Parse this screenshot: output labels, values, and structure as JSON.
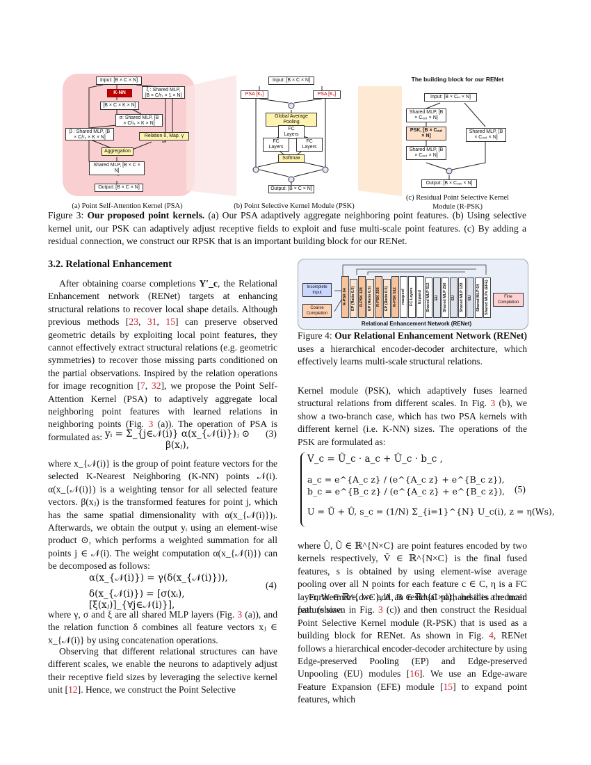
{
  "figure3": {
    "psa": {
      "input": "Input: [B × C × N]",
      "knn": "K-NN",
      "xi": "ξ :  Shared MLP, [B × C/r₁ × 1 × N]",
      "bckn": "[B × C × K × N]",
      "sigma": "σ:  Shared MLP, [B × C/r₁ × K × N]",
      "beta": "β :  Shared MLP, [B × C/r₂ × K × N]",
      "relation": "Relation δ, Map. γ",
      "aggregation": "Aggregation",
      "shared_mlp": "Shared MLP, [B × C × N]",
      "output": "Output: [B × C × N]",
      "caption": "(a) Point Self-Attention Kernel (PSA)"
    },
    "psk": {
      "input": "Input: [B × C × N]",
      "psa_k1": "PSA [K₁]",
      "psa_k2": "PSA [K₂]",
      "gap": "Global Average Pooling",
      "fc_layers": "FC Layers",
      "fc_left": "FC Layers",
      "fc_right": "FC Layers",
      "softmax": "Softmax",
      "output": "Output: [B × C × N]",
      "caption": "(b) Point Selective Kernel Module (PSK)"
    },
    "rpsk": {
      "title": "The building block for our RENet",
      "input": "Input: [B × Cᵢₙ × N]",
      "mlp1": "Shared MLP, [B × Cₒᵤₜ × N]",
      "psk": "PSK, [B × Cₒᵤₜ × N]",
      "mlp2": "Shared MLP, [B × Cₒᵤₜ × N]",
      "mlp_res": "Shared MLP, [B × Cₒᵤₜ × N]",
      "output": "Output: [B × Cₒᵤₜ × N]",
      "caption_line1": "(c) Residual Point Selective Kernel",
      "caption_line2": "Module (R-PSK)"
    },
    "caption_label": "Figure 3: ",
    "caption_bold": "Our proposed point kernels.",
    "caption_text": " (a) Our PSA adaptively aggregate neighboring point features. (b) Using selective kernel unit, our PSK can adaptively adjust receptive fields to exploit and fuse multi-scale point features. (c) By adding a residual connection, we construct our RPSK that is an important building block for our RENet."
  },
  "figure4": {
    "incomplete_input": "Incomplete Input",
    "coarse_completion": "Coarse Completion",
    "fine_completion": "Fine Completion",
    "network_label": "Relational Enhancement Network (RENet)",
    "blocks": [
      "R-PSK 64",
      "EP (Ratio 0.5)",
      "R-PSK 128",
      "EP (Ratio 0.5)",
      "R-PSK 256",
      "EP (Ratio 0.5)",
      "R-PSK 512",
      "maxpool",
      "FC Layers",
      "Expand",
      "Shared MLP 512",
      "EU",
      "Shared MLP 256",
      "EU",
      "Shared MLP 128",
      "EU",
      "Shared MLP 64",
      "Shared MLPs (EFE)"
    ],
    "caption_label": "Figure 4: ",
    "caption_bold": "Our Relational Enhancement Network (RENet)",
    "caption_text": " uses a hierarchical encoder-decoder architecture, which effectively learns multi-scale structural relations."
  },
  "section_title": "3.2. Relational Enhancement",
  "left_col": {
    "p1a": "After obtaining coarse completions ",
    "p1_math": "Y′_c",
    "p1b": ", the Relational Enhancement network (RENet) targets at enhancing structural relations to recover local shape details. Although previous methods [",
    "ref23": "23",
    "ref31": "31",
    "ref15": "15",
    "p1c": "] can preserve observed geometric details by exploiting local point features, they cannot effectively extract structural relations (e.g. geometric symmetries) to recover those missing parts conditioned on the partial observations. Inspired by the relation operations for image recognition [",
    "ref7": "7",
    "ref32": "32",
    "p1d": "], we propose the Point Self-Attention Kernel (PSA) to adaptively aggregate local neighboring point features with learned relations in neighboring points (Fig. ",
    "ref_fig3a": "3",
    "p1e": " (a)). The operation of PSA is formulated as:",
    "eq3": "yᵢ = Σ_{j∈𝒩(i)} α(x_{𝒩(i)})ⱼ ⊙ β(xⱼ),",
    "eq3_num": "(3)",
    "p2": "where x_{𝒩(i)} is the group of point feature vectors for the selected K-Nearest Neighboring (K-NN) points 𝒩(i). α(x_{𝒩(i)}) is a weighting tensor for all selected feature vectors. β(xⱼ) is the transformed features for point j, which has the same spatial dimensionality with α(x_{𝒩(i)})ⱼ. Afterwards, we obtain the output yᵢ using an element-wise product ⊙, which performs a weighted summation for all points j ∈ 𝒩(i). The weight computation α(x_{𝒩(i)}) can be decomposed as follows:",
    "eq4_line1": "α(x_{𝒩(i)}) = γ(δ(x_{𝒩(i)})),",
    "eq4_line2": "δ(x_{𝒩(i)}) = [σ(xᵢ), [ξ(xⱼ)]_{∀j∈𝒩(i)}],",
    "eq4_num": "(4)",
    "p3a": "where γ, σ and ξ are all shared MLP layers (Fig. ",
    "ref_fig3a2": "3",
    "p3b": " (a)), and the relation function δ combines all feature vectors xⱼ ∈ x_{𝒩(i)} by using concatenation operations.",
    "p4a": "Observing that different relational structures can have different scales, we enable the neurons to adaptively adjust their receptive field sizes by leveraging the selective kernel unit [",
    "ref12": "12",
    "p4b": "]. Hence, we construct the Point Selective"
  },
  "right_col": {
    "p1a": "Kernel module (PSK), which adaptively fuses learned structural relations from different scales. In Fig. ",
    "ref_fig3b": "3",
    "p1b": " (b), we show a two-branch case, which has two PSA kernels with different kernel (i.e. K-NN) sizes. The operations of the PSK are formulated as:",
    "eq5_l1": "V_c = Ũ_c · a_c + Û_c · b_c ,",
    "eq5_l2a": "a_c = e^{A_c z} / (e^{A_c z} + e^{B_c z}),",
    "eq5_l2b": "b_c = e^{B_c z} / (e^{A_c z} + e^{B_c z}),",
    "eq5_l3": "U = Ũ + Û,    s_c = (1/N) Σ_{i=1}^{N} U_c(i),    z = η(Ws),",
    "eq5_num": "(5)",
    "p2": "where Û, Ũ ∈ ℝ^{N×C} are point features encoded by two kernels respectively, Ṽ ∈ ℝ^{N×C} is the final fused features, s is obtained by using element-wise average pooling over all N points for each feature c ∈ C, η is a FC layer, W ∈ ℝ^{d×C}, A, B ∈ ℝ^{C×d}, and d is a reduced feature size.",
    "p3a": "Furthermore, we add an residual path besides the main path (shown in Fig. ",
    "ref_fig3c": "3",
    "p3b": " (c)) and then construct the Residual Point Selective Kernel module (R-PSK) that is used as a building block for RENet. As shown in Fig. ",
    "ref_fig4": "4",
    "p3c": ", RENet follows a hierarchical encoder-decoder architecture by using Edge-preserved Pooling (EP) and Edge-preserved Unpooling (EU) modules [",
    "ref16": "16",
    "p3d": "]. We use an Edge-aware Feature Expansion (EFE) module [",
    "ref15b": "15",
    "p3e": "] to expand point features, which"
  }
}
